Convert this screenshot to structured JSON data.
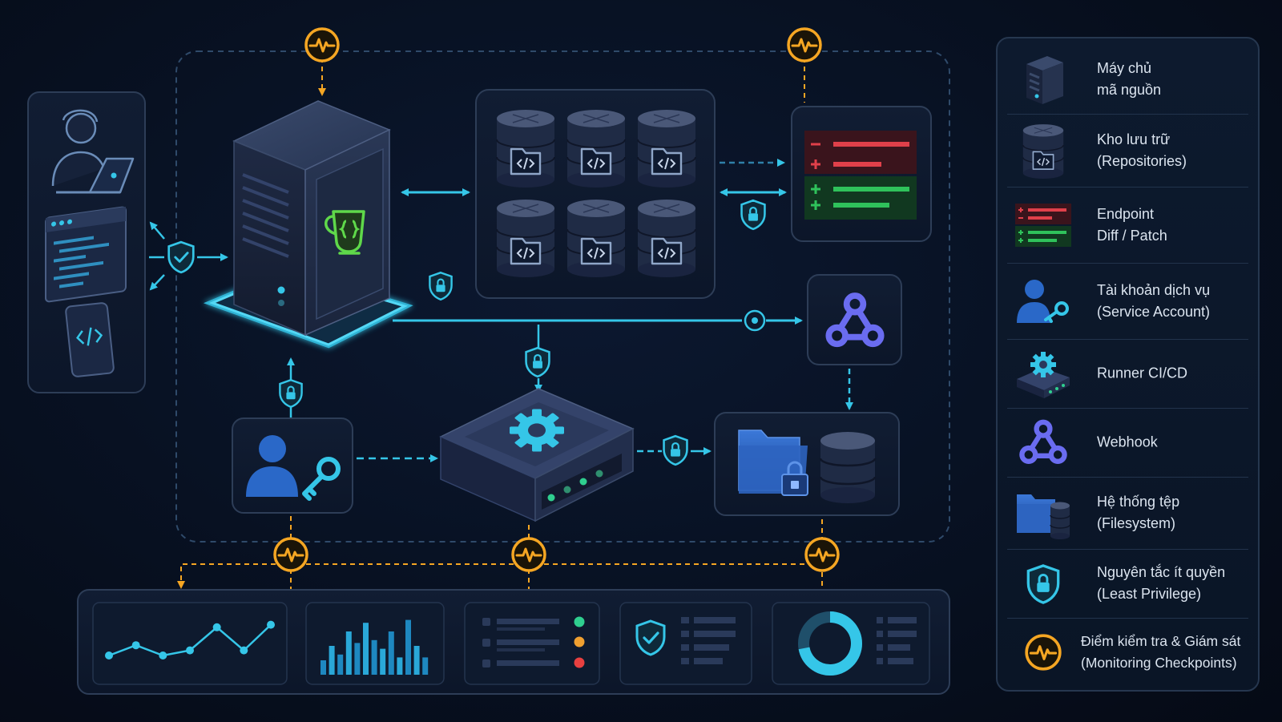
{
  "legend": {
    "items": [
      {
        "icon": "server-icon",
        "line1": "Máy chủ",
        "line2": "mã nguồn"
      },
      {
        "icon": "repository-icon",
        "line1": "Kho lưu trữ",
        "line2": "(Repositories)"
      },
      {
        "icon": "diff-patch-icon",
        "line1": "Endpoint",
        "line2": "Diff / Patch"
      },
      {
        "icon": "service-account-icon",
        "line1": "Tài khoản dịch vụ",
        "line2": "(Service Account)"
      },
      {
        "icon": "runner-icon",
        "line1": "Runner CI/CD",
        "line2": ""
      },
      {
        "icon": "webhook-icon",
        "line1": "Webhook",
        "line2": ""
      },
      {
        "icon": "filesystem-icon",
        "line1": "Hệ thống tệp",
        "line2": "(Filesystem)"
      },
      {
        "icon": "shield-lock-icon",
        "line1": "Nguyên tắc ít quyền",
        "line2": "(Least Privilege)"
      },
      {
        "icon": "monitoring-checkpoint-icon",
        "line1": "Điểm kiểm tra & Giám sát",
        "line2": "(Monitoring Checkpoints)"
      }
    ]
  },
  "colors": {
    "accent_cyan": "#35c6e8",
    "monitor_amber": "#f5a623",
    "panel_border": "#2d3d57",
    "diff_red": "#e0404a",
    "diff_green": "#2fc25b",
    "logo_green": "#5fd84a",
    "webhook_purple": "#6a6cf0",
    "status_ok": "#2fcf8f",
    "status_warn": "#f0a030",
    "status_err": "#e84040"
  },
  "dashboard": {
    "line_chart": [
      0.25,
      0.45,
      0.25,
      0.35,
      0.8,
      0.35,
      0.85
    ],
    "bar_chart": [
      0.25,
      0.5,
      0.35,
      0.75,
      0.55,
      0.9,
      0.6,
      0.45,
      0.75,
      0.3,
      0.95,
      0.5,
      0.3
    ],
    "donut_fraction": 0.72
  }
}
